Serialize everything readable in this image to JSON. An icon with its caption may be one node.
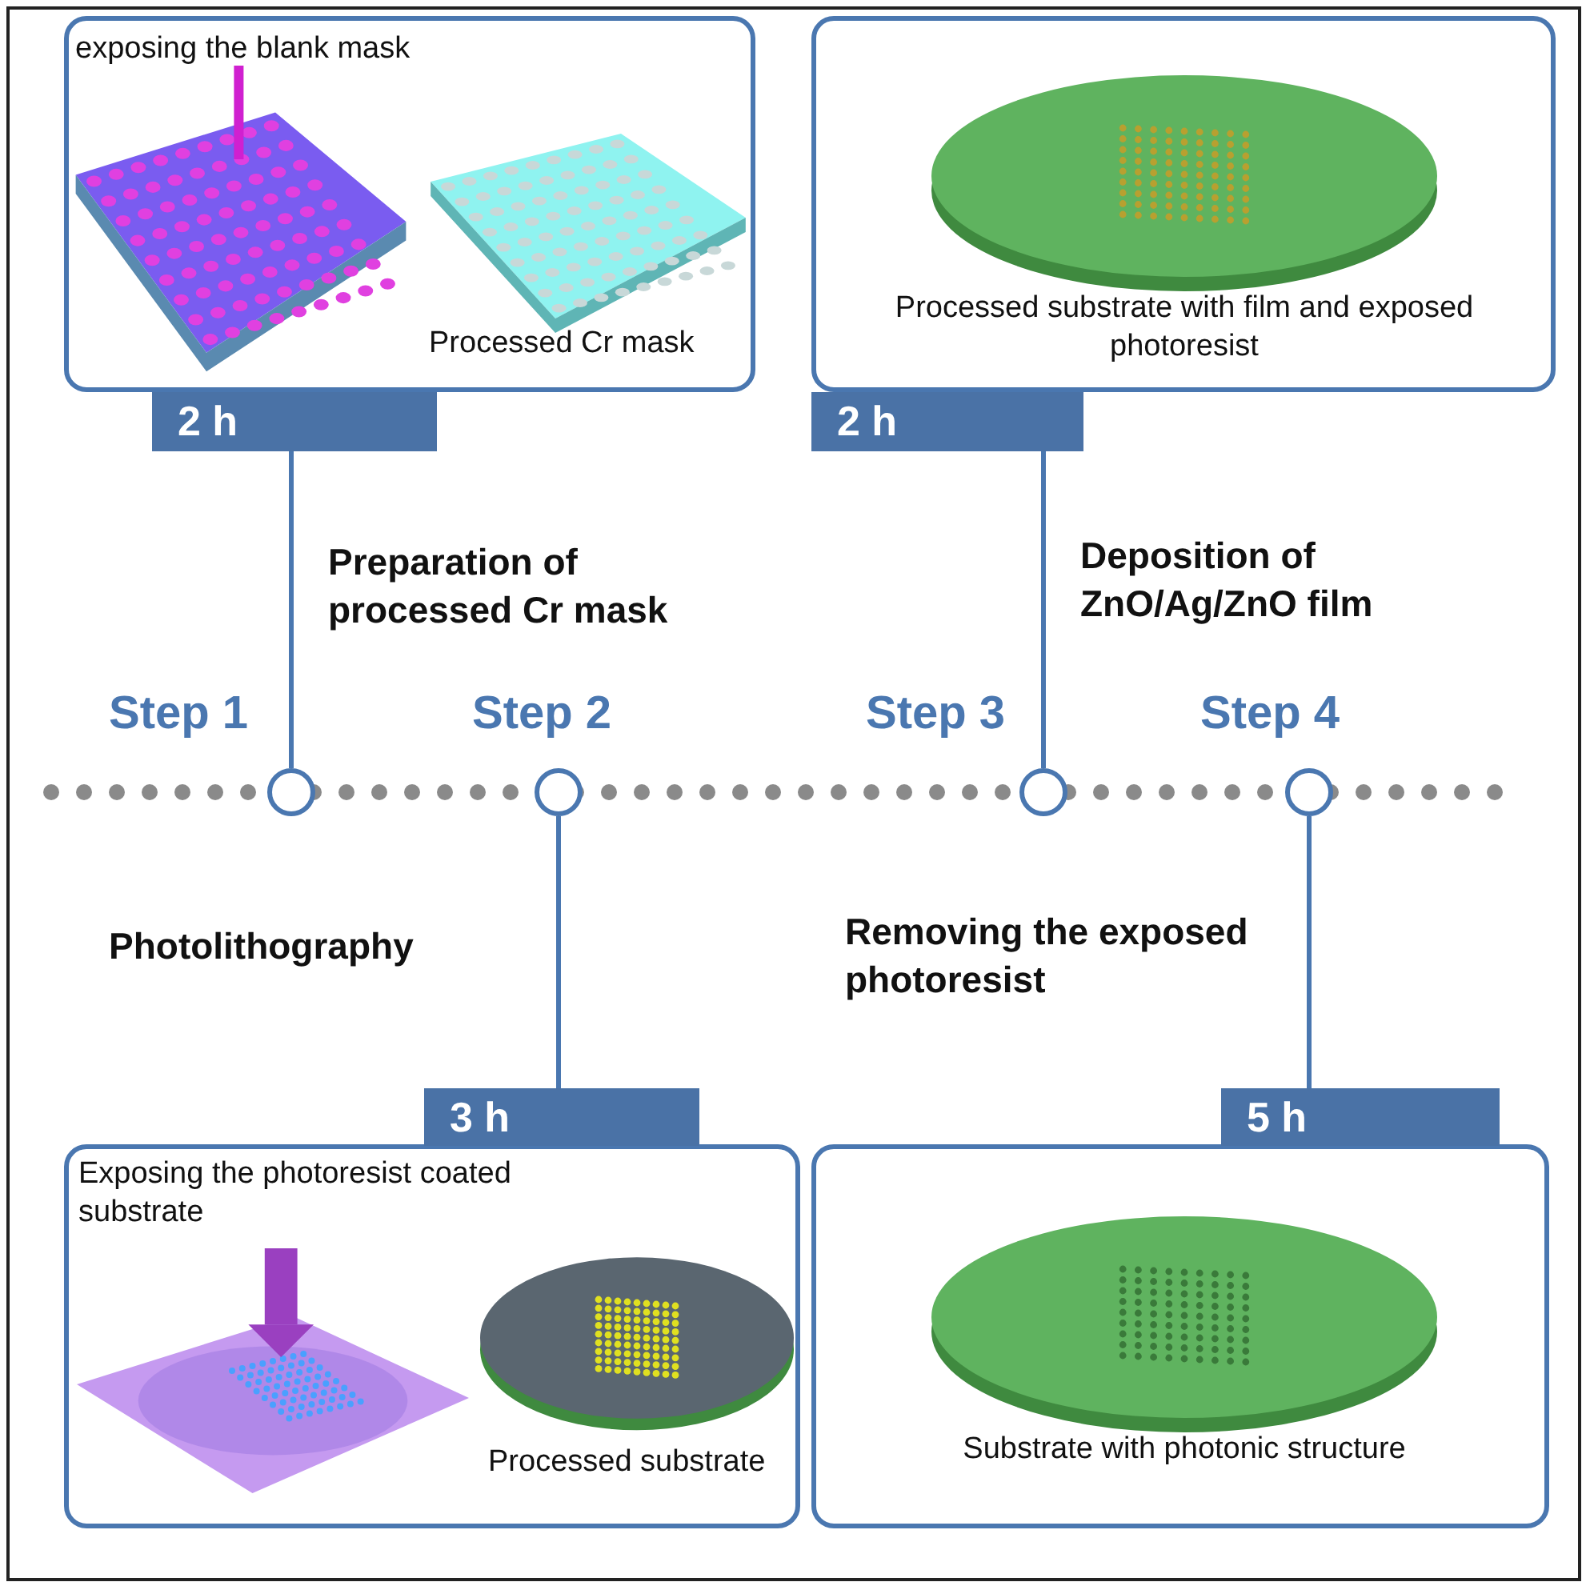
{
  "diagram": {
    "nodes": [
      {
        "text": [
          "exposing the blank mask",
          "Processed Cr mask"
        ]
      },
      {
        "text": [
          "Processed substrate with film and exposed photoresist"
        ]
      },
      {
        "text": [
          "2 h"
        ]
      },
      {
        "text": [
          "2 h"
        ]
      },
      {
        "text": [],
        "shape": "circle"
      },
      {
        "text": [],
        "shape": "circle"
      },
      {
        "text": [],
        "shape": "circle"
      },
      {
        "text": [],
        "shape": "circle"
      },
      {
        "text": [
          "3 h"
        ]
      },
      {
        "text": [
          "5 h"
        ]
      },
      {
        "text": [
          "Exposing the photoresist coated substrate",
          "Processed substrate"
        ]
      },
      {
        "text": [
          "Substrate with photonic structure"
        ]
      }
    ],
    "edges": [
      {
        "from": 2,
        "to": 4,
        "arrow": "none"
      },
      {
        "from": 3,
        "to": 6,
        "arrow": "none"
      },
      {
        "from": 5,
        "to": 8,
        "arrow": "none"
      },
      {
        "from": 7,
        "to": 9,
        "arrow": "none"
      }
    ],
    "labels": [
      "Preparation of processed Cr mask",
      "Deposition of ZnO/Ag/ZnO film",
      "Step 1",
      "Step 2",
      "Step 3",
      "Step 4",
      "Photolithography",
      "Removing the exposed photoresist"
    ]
  }
}
